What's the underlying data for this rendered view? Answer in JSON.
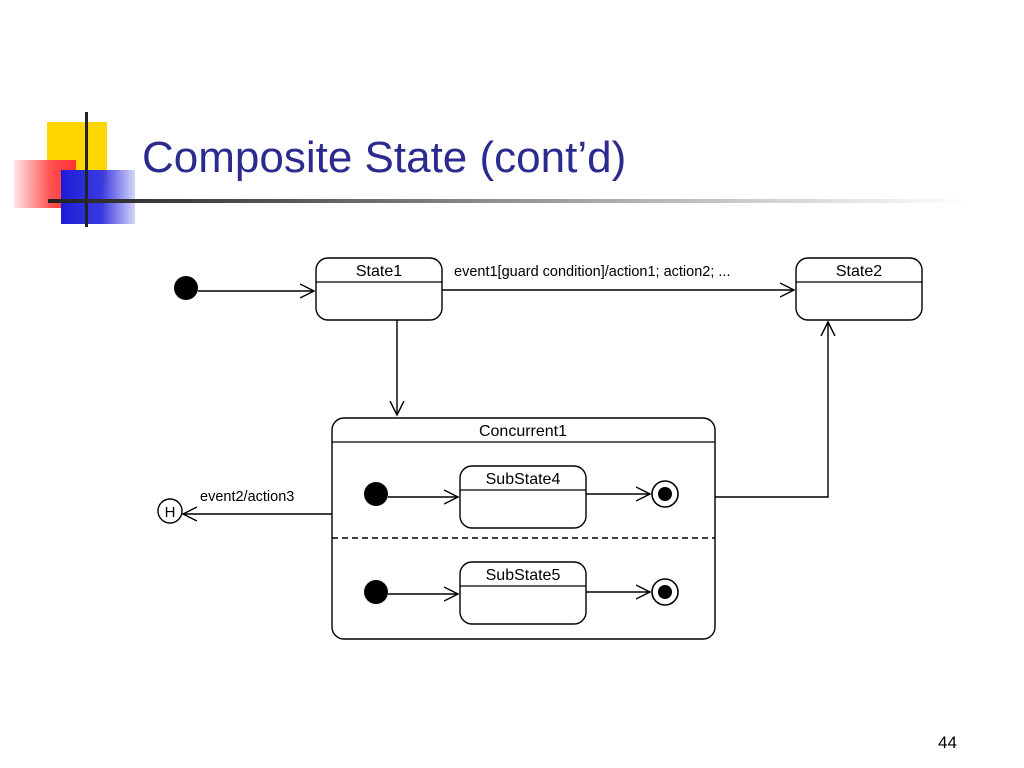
{
  "slide": {
    "title": "Composite State (cont’d)",
    "number": "44"
  },
  "diagram": {
    "states": {
      "state1": "State1",
      "state2": "State2",
      "concurrent": "Concurrent1",
      "substate4": "SubState4",
      "substate5": "SubState5",
      "history": "H"
    },
    "transitions": {
      "state1_to_state2": "event1[guard condition]/action1; action2; ...",
      "concurrent_to_history": "event2/action3"
    }
  },
  "colors": {
    "title": "#2b2b8f",
    "accent_yellow": "#ffd700",
    "accent_red": "#ff3030",
    "accent_blue": "#1c1cd8"
  }
}
